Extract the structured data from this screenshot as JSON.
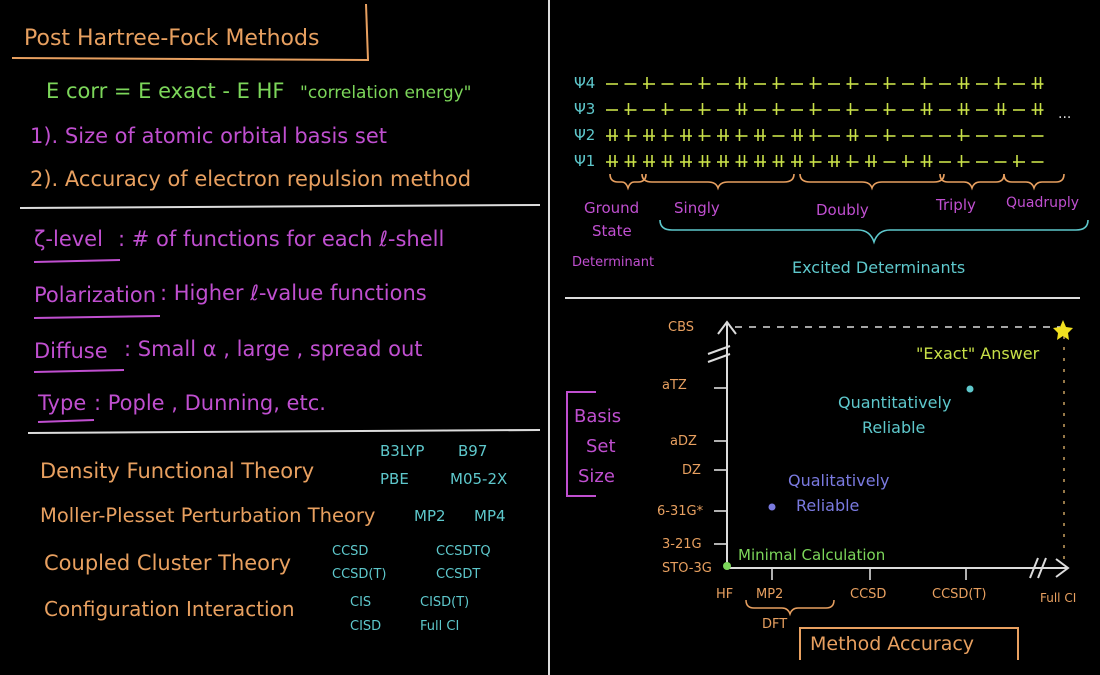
{
  "colors": {
    "orange": "#e8a060",
    "green": "#7cd65a",
    "purple": "#c04fd0",
    "white": "#dcdcdc",
    "teal": "#5ec8cc",
    "yellow": "#c8e048",
    "violet": "#7a7ae0",
    "star": "#f0e020"
  },
  "left": {
    "title": "Post Hartree-Fock Methods",
    "ecorr_formula": "E corr = E exact - E HF",
    "ecorr_quote": "\"correlation energy\"",
    "point1": "1). Size of atomic orbital basis set",
    "point2": "2). Accuracy of electron repulsion method",
    "zeta_term": "ζ-level",
    "zeta_text": ": # of functions for each ℓ-shell",
    "polar_term": "Polarization",
    "polar_text": ": Higher ℓ-value functions",
    "diffuse_term": "Diffuse",
    "diffuse_text": ": Small α , large , spread out",
    "type_term": "Type",
    "type_text": ": Pople , Dunning, etc.",
    "theories": [
      {
        "name": "Density Functional Theory",
        "m1": "B3LYP",
        "m2": "B97",
        "m3": "PBE",
        "m4": "M05-2X"
      },
      {
        "name": "Moller-Plesset Perturbation Theory",
        "m1": "MP2",
        "m2": "MP4"
      },
      {
        "name": "Coupled Cluster Theory",
        "m1": "CCSD",
        "m2": "CCSDTQ",
        "m3": "CCSD(T)",
        "m4": "CCSDT"
      },
      {
        "name": "Configuration Interaction",
        "m1": "CIS",
        "m2": "CISD(T)",
        "m3": "CISD",
        "m4": "Full CI"
      }
    ]
  },
  "determinants": {
    "psi_labels": [
      "Ψ4",
      "Ψ3",
      "Ψ2",
      "Ψ1"
    ],
    "ellipsis": "...",
    "ground": [
      "Ground",
      "State",
      "Determinant"
    ],
    "singly": "Singly",
    "doubly": "Doubly",
    "triply": "Triply",
    "quadruply": "Quadruply",
    "excited": "Excited Determinants"
  },
  "graph": {
    "y_ticks": [
      "CBS",
      "aTZ",
      "aDZ",
      "DZ",
      "6-31G*",
      "3-21G",
      "STO-3G"
    ],
    "x_ticks": [
      "HF",
      "MP2",
      "CCSD",
      "CCSD(T)",
      "Full CI"
    ],
    "dft": "DFT",
    "y_title": [
      "Basis",
      "Set",
      "Size"
    ],
    "x_title": "Method Accuracy",
    "exact": "\"Exact\" Answer",
    "quant": [
      "Quantitatively",
      "Reliable"
    ],
    "qual": [
      "Qualitatively",
      "Reliable"
    ],
    "minimal": "Minimal Calculation"
  }
}
